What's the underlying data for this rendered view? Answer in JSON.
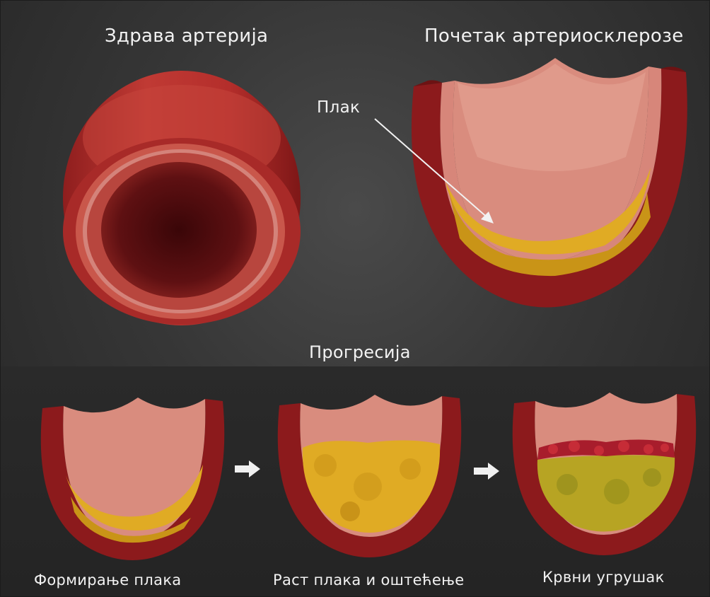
{
  "labels": {
    "healthy_artery": "Здрава артерија",
    "early_arteriosclerosis": "Почетак артериосклерозе",
    "plaque": "Плак",
    "progression": "Прогресија",
    "plaque_formation": "Формирање плака",
    "plaque_growth_damage": "Раст плака и оштећење",
    "blood_clot": "Крвни угрушак"
  },
  "colors": {
    "background": "#2f2f2f",
    "artery_wall": "#b02a2a",
    "artery_wall_dark": "#7a1616",
    "inner_lining": "#d9776a",
    "plaque": "#e2b021",
    "clot": "#a81d2c",
    "text": "#f2f2f2",
    "arrow": "#f0f0f0"
  }
}
